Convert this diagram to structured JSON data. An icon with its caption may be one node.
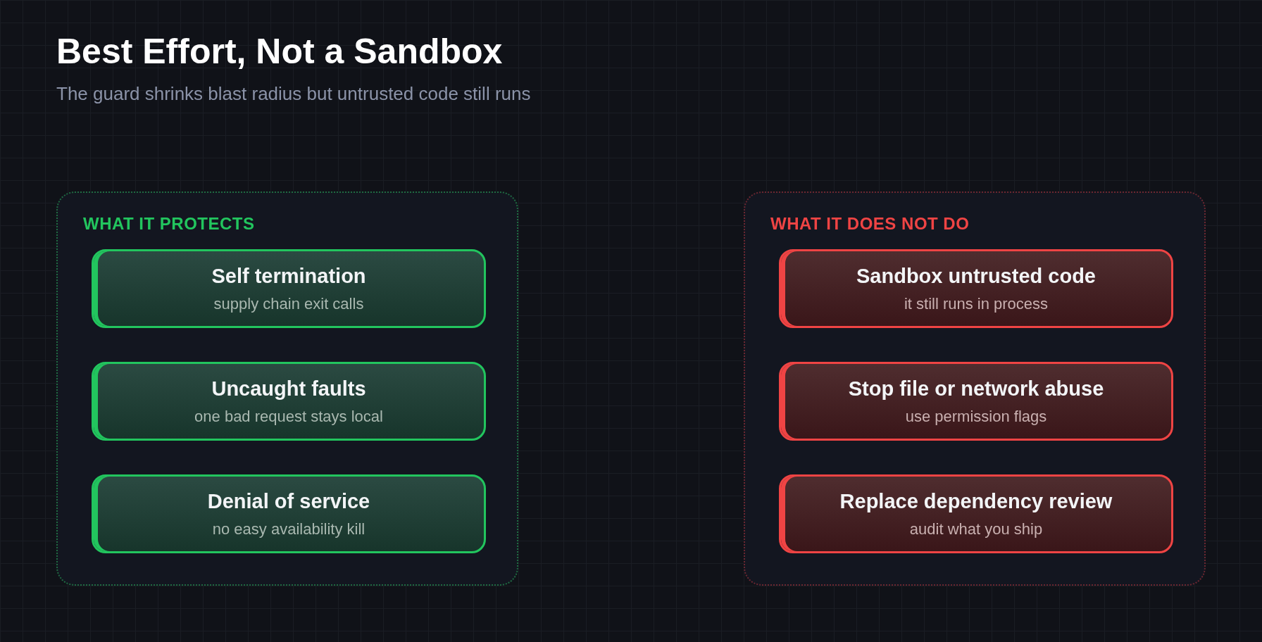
{
  "diagram": {
    "title": "Best Effort, Not a Sandbox",
    "caption": "The guard shrinks blast radius but untrusted code still runs",
    "nodes": [
      {
        "text": [
          "WHAT IT PROTECTS"
        ]
      },
      {
        "text": [
          "Self termination",
          "supply chain exit calls"
        ],
        "in": 0
      },
      {
        "text": [
          "Uncaught faults",
          "one bad request stays local"
        ],
        "in": 0
      },
      {
        "text": [
          "Denial of service",
          "no easy availability kill"
        ],
        "in": 0
      },
      {
        "text": [
          "WHAT IT DOES NOT DO"
        ]
      },
      {
        "text": [
          "Sandbox untrusted code",
          "it still runs in process"
        ],
        "in": 4
      },
      {
        "text": [
          "Stop file or network abuse",
          "use permission flags"
        ],
        "in": 4
      },
      {
        "text": [
          "Replace dependency review",
          "audit what you ship"
        ],
        "in": 4
      }
    ]
  }
}
